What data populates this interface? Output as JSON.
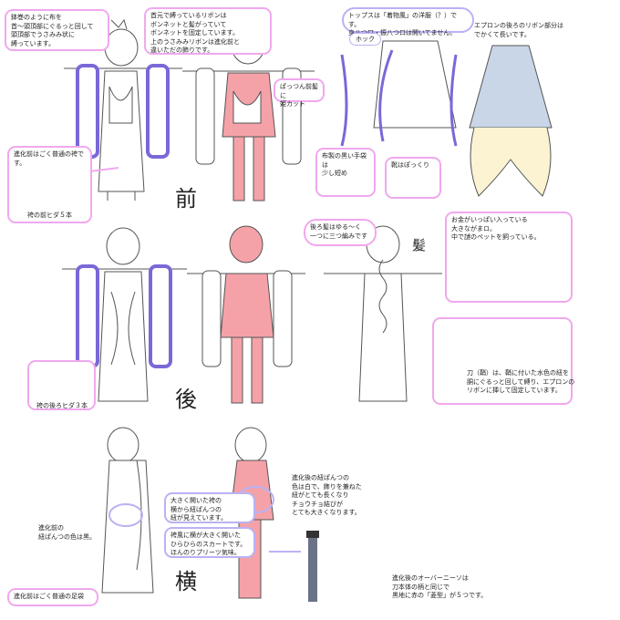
{
  "sections": {
    "front": "前",
    "back": "後",
    "side": "横",
    "hair": "髪"
  },
  "notes": {
    "hair_wrap": "鉢巻のように布を\n首〜頭頂部にぐるっと回して\n頭頂部でうさみみ状に\n縛っています。",
    "ribbon": "首元で縛っているリボンは\nボンネットと髪がっていて\nボンネットを固定しています。\n上のうさみみリボンは進化前と\n違いただの飾りです。",
    "bangs": "ぱっつん前髪に\n姫カット",
    "tops": "トップスは「着物風」の洋服（？）です。\n身八つ口・振八つ口は開いてません。",
    "hook": "ホック",
    "apron_ribbon": "エプロンの後ろのリボン部分は\nでかくて長いです。",
    "hakama_front": "進化前はごく普通の袴です。",
    "pleat_front": "袴の前ヒダ５本",
    "gloves": "布製の黒い手袋は\n少し短め",
    "shoes": "靴はぽっくり",
    "braid": "後ろ髪はゆる〜く\n一つに三つ編みです",
    "bag": "お金がいっぱい入っている\n大きながまロ。\n中で謎のペットを飼っている。",
    "pleat_back": "袴の後ろヒダ３本",
    "sword": "刀（鞘）は、鞘に付いた水色の紐を\n胴にぐるっと回して縛り、エプロンの\nリボンに挿して固定しています。",
    "waist_tie": "進化後の紐ぱんつの\n色は白で、飾りを兼ねた\n紐がとても長くなり\nチョウチョ結びが\nとても大きくなります。",
    "open_hakama": "大きく開いた袴の\n横から紐ぱんつの\n紐が見えています。",
    "pre_tie": "進化前の\n紐ぱんつの色は黒。",
    "skirt": "袴風に横が大きく開いた\nひらひらのスカートです。\nほんのりプリーツ気味。",
    "socks_note": "進化前はごく普通の足袋",
    "knee_socks": "進化後のオーバーニーソは\n刀本体の柄と同じで\n黒地に赤の「菱型」が５つです。"
  }
}
